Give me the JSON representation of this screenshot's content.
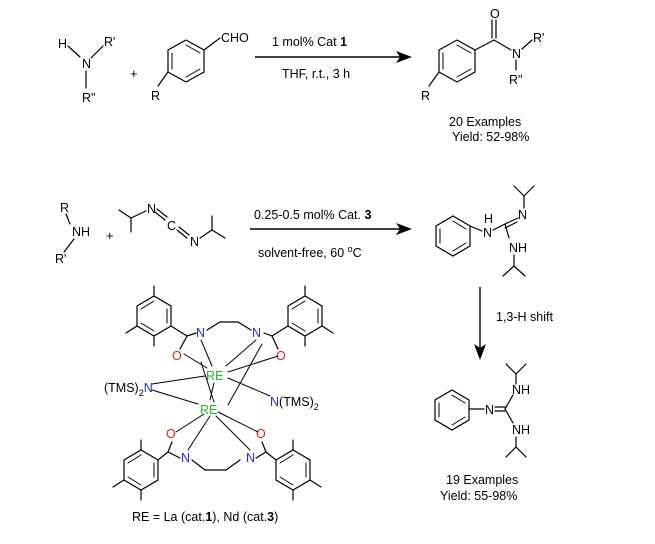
{
  "reaction1": {
    "amine": {
      "h": "H",
      "n": "N",
      "r1": "R'",
      "r2": "R\""
    },
    "plus": "+",
    "aldehyde": {
      "cho": "CHO",
      "r": "R"
    },
    "conditions_prefix": "1 mol% Cat ",
    "conditions_cat": "1",
    "conditions_below": "THF, r.t., 3 h",
    "product": {
      "o": "O",
      "n": "N",
      "r1": "R'",
      "r2": "R\"",
      "r": "R"
    },
    "examples": "20 Examples",
    "yield": "Yield: 52-98%"
  },
  "reaction2": {
    "amine": {
      "r": "R",
      "nh": "NH",
      "r1": "R'"
    },
    "plus": "+",
    "carbodiimide": {
      "n1": "N",
      "c": "C",
      "n2": "N"
    },
    "conditions_prefix": "0.25-0.5 mol% Cat. ",
    "conditions_cat": "3",
    "conditions_below_prefix": "solvent-free, 60 ",
    "conditions_below_deg": "o",
    "conditions_below_suffix": "C",
    "product": {
      "hn": "H",
      "n1": "N",
      "n2": "N",
      "nh": "NH"
    },
    "shift_label": "1,3-H shift",
    "product2": {
      "n1": "N",
      "nh1": "NH",
      "nh2": "NH"
    },
    "examples": "19 Examples",
    "yield": "Yield: 55-98%"
  },
  "catalyst": {
    "re": "RE",
    "n": "N",
    "o": "O",
    "tms_left": "(TMS)",
    "tms_left_sub": "2",
    "tms_left_n": "N",
    "tms_right_n": "N",
    "tms_right": "(TMS)",
    "tms_right_sub": "2",
    "legend_prefix": "RE = La (cat.",
    "legend_cat1": "1",
    "legend_mid": "), Nd (cat.",
    "legend_cat3": "3",
    "legend_suffix": ")"
  },
  "colors": {
    "nitrogen": "#2b2bd9",
    "oxygen": "#e02020",
    "metal": "#22bb22",
    "ink": "#000000"
  }
}
